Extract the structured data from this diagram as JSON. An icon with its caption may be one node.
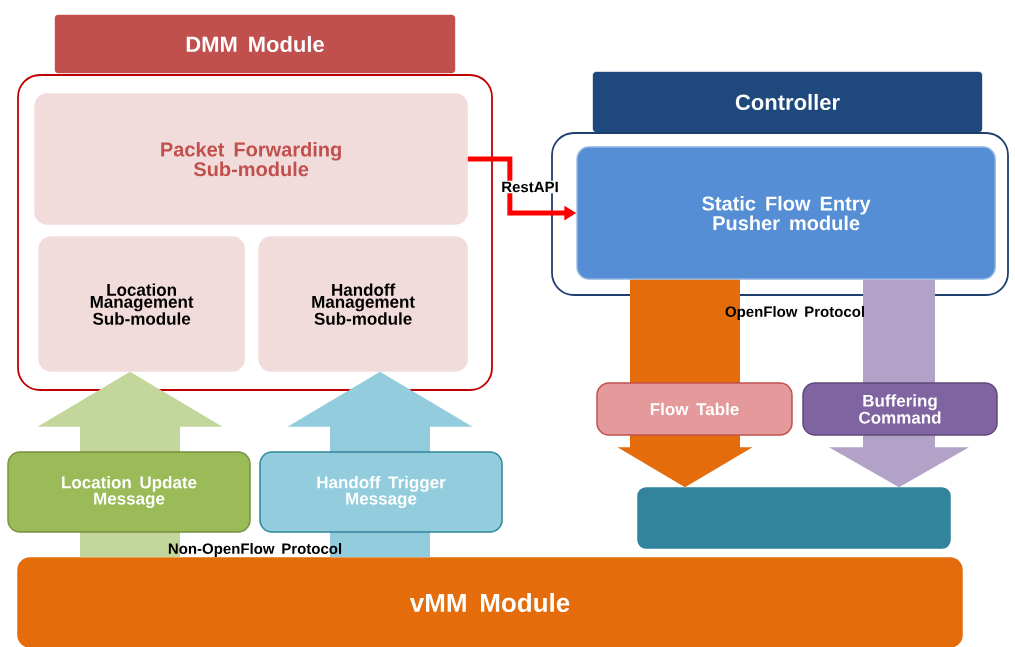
{
  "diagram": {
    "nodes": [
      {
        "text": [
          "DMM Module"
        ]
      },
      {
        "text": [
          "Packet Forwarding Sub-module"
        ],
        "in": 0
      },
      {
        "text": [
          "Location Management Sub-module"
        ],
        "in": 0
      },
      {
        "text": [
          "Handoff Management Sub-module"
        ],
        "in": 0
      },
      {
        "text": [
          "Controller"
        ]
      },
      {
        "text": [
          "Static Flow Entry Pusher module"
        ],
        "in": 4
      },
      {
        "text": [
          "Flow Table"
        ]
      },
      {
        "text": [
          "Buffering Command"
        ]
      },
      {
        "text": [],
        "shape": "box"
      },
      {
        "text": [
          "Location Update Message"
        ]
      },
      {
        "text": [
          "Handoff Trigger Message"
        ]
      },
      {
        "text": [
          "vMM Module"
        ]
      }
    ],
    "edges": [
      {
        "from": 1,
        "to": 5,
        "arrow": "to",
        "label": "RestAPI",
        "color": "#ff0000"
      },
      {
        "from": 11,
        "to": 2,
        "arrow": "to",
        "color": "#c3d69b"
      },
      {
        "from": 11,
        "to": 3,
        "arrow": "to",
        "color": "#93cddd"
      },
      {
        "from": 5,
        "to": 8,
        "arrow": "to",
        "color": "#e46c0a"
      },
      {
        "from": 5,
        "to": 8,
        "arrow": "to",
        "color": "#b3a2c7"
      }
    ],
    "labels": [
      "OpenFlow Protocol",
      "Non-OpenFlow Protocol"
    ]
  }
}
